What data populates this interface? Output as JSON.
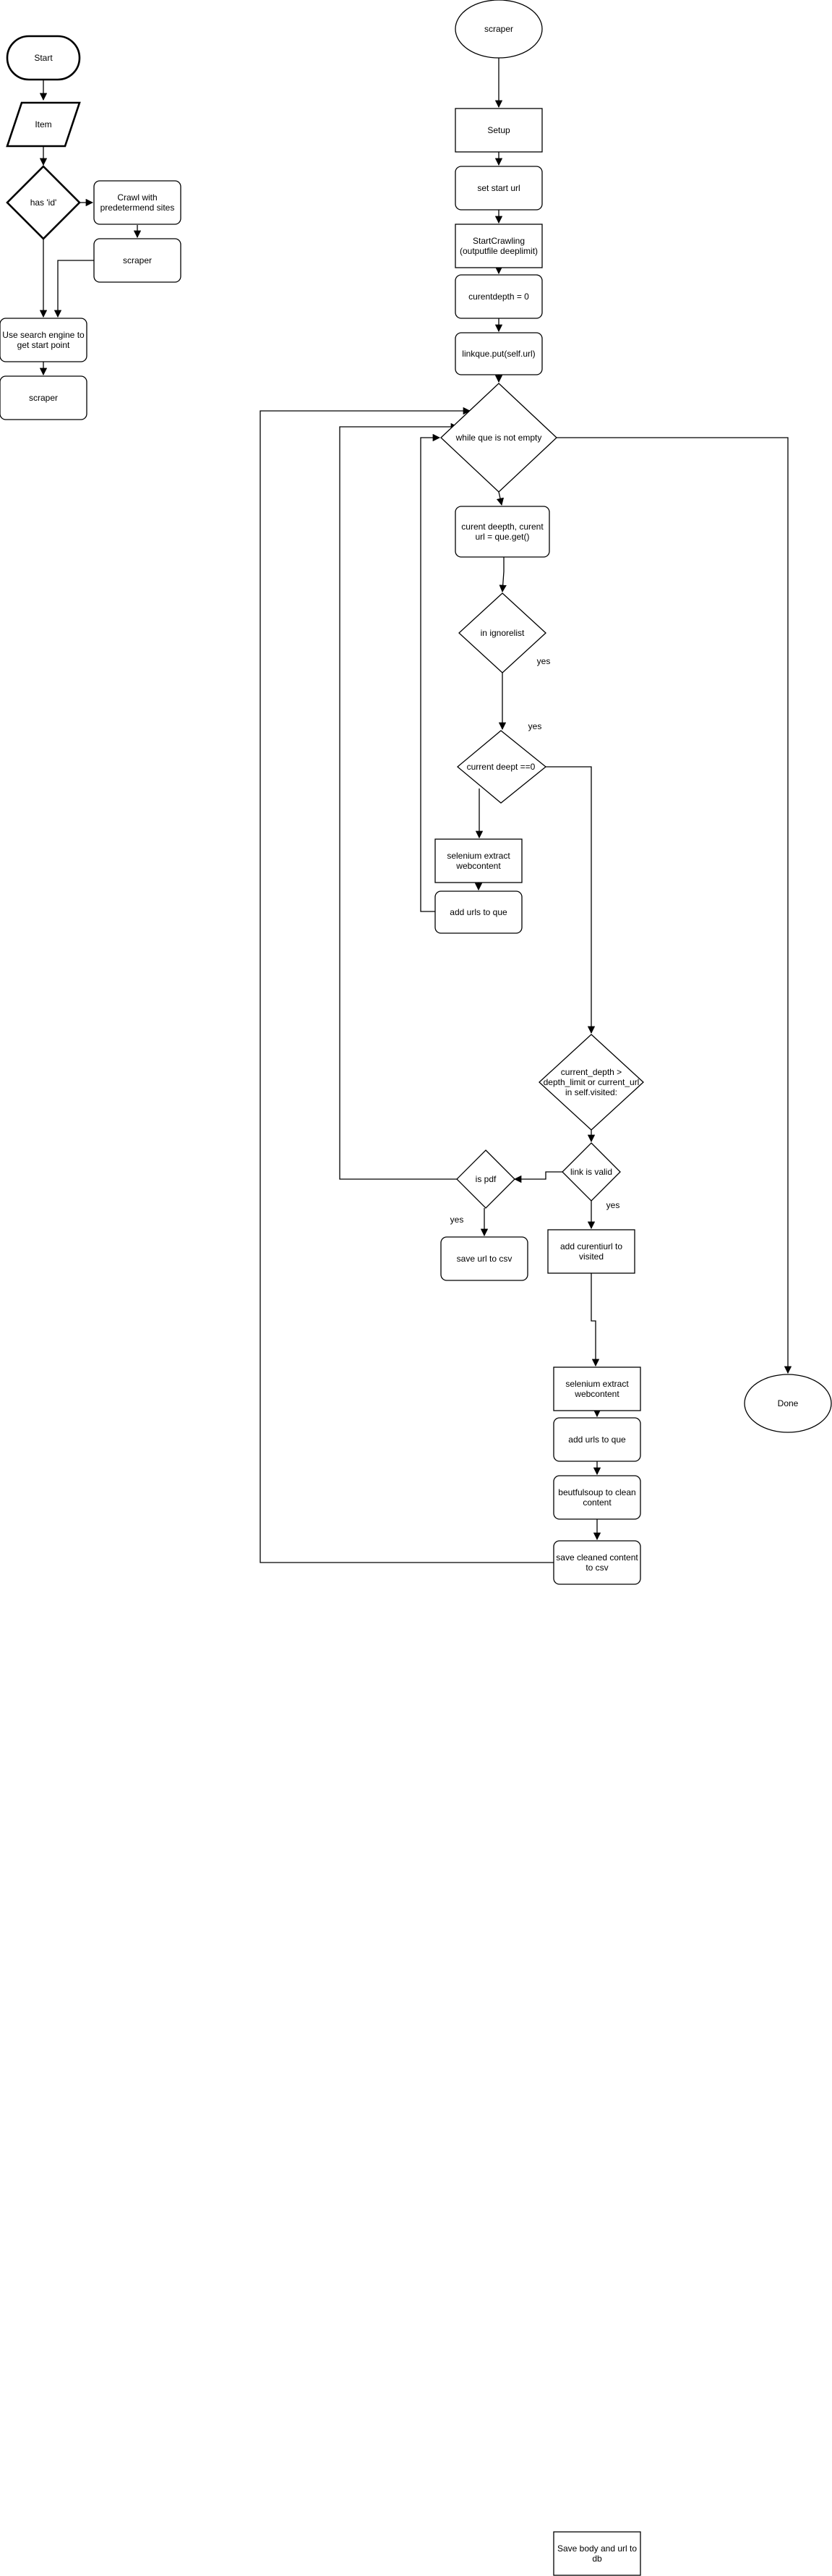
{
  "colors": {
    "stroke": "#000000",
    "fill": "#ffffff",
    "text": "#000000"
  },
  "nodes": {
    "start": [
      "Start"
    ],
    "item": [
      "Item"
    ],
    "has_id": [
      "has 'id'"
    ],
    "crawl_predetermined": [
      "Crawl with",
      "predetermend sites"
    ],
    "scraper_left_top": [
      "scraper"
    ],
    "search_engine": [
      "Use search engine to",
      "get start point"
    ],
    "scraper_left_bottom": [
      "scraper"
    ],
    "scraper_main": [
      "scraper"
    ],
    "setup": [
      "Setup"
    ],
    "set_start_url": [
      "set start url"
    ],
    "start_crawling": [
      "StartCrawling",
      "(outputfile deeplimit)"
    ],
    "current_depth_zero": [
      "curentdepth = 0"
    ],
    "linkque_put": [
      "linkque.put(self.url)"
    ],
    "while_que": [
      "while que is not empty"
    ],
    "current_get": [
      "curent deepth, curent",
      "url = que.get()"
    ],
    "in_ignorelist": [
      "in ignorelist"
    ],
    "depth_is_zero": [
      "current deept ==0"
    ],
    "selenium_extract_1": [
      "selenium extract",
      "webcontent"
    ],
    "add_urls_1": [
      "add urls to que"
    ],
    "depth_limit_check": [
      "current_depth >",
      "depth_limit or current_url",
      "in self.visited:"
    ],
    "link_is_valid": [
      "link is valid"
    ],
    "is_pdf": [
      "is pdf"
    ],
    "save_url_csv": [
      "save url to csv"
    ],
    "add_current_visited": [
      "add curentiurl to",
      "visited"
    ],
    "selenium_extract_2": [
      "selenium extract",
      "webcontent"
    ],
    "add_urls_2": [
      "add urls to que"
    ],
    "beautifulsoup": [
      "beutfulsoup to clean",
      "content"
    ],
    "save_cleaned": [
      "save cleaned content",
      "to csv"
    ],
    "done": [
      "Done"
    ],
    "save_body": [
      "Save body and url to",
      "db"
    ]
  },
  "edge_labels": {
    "ignorelist_yes": "yes",
    "depth_zero_yes": "yes",
    "link_valid_yes": "yes",
    "is_pdf_yes": "yes"
  }
}
